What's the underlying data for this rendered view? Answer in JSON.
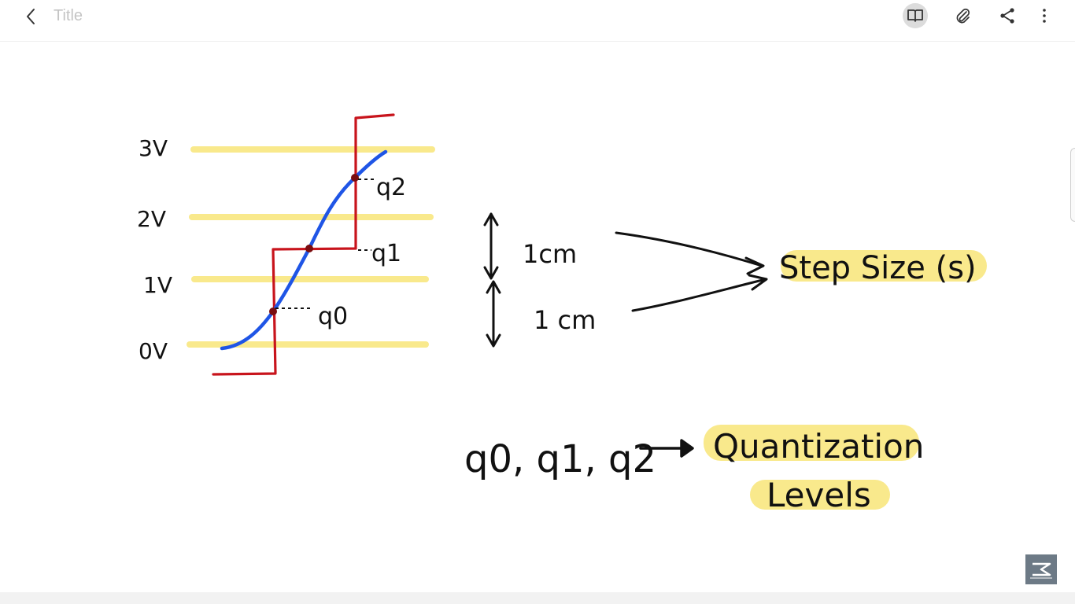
{
  "app": {
    "title": "Title",
    "icons": {
      "back": "chevron-left-icon",
      "reading_mode": "book-open-icon",
      "attach": "paperclip-icon",
      "share": "share-icon",
      "more": "more-vertical-icon"
    }
  },
  "note": {
    "axis_labels": [
      "3V",
      "2V",
      "1V",
      "0V"
    ],
    "point_labels": [
      "q2",
      "q1",
      "q0"
    ],
    "spacing_labels": [
      "1cm",
      "1 cm"
    ],
    "step_size_label": "Step Size (s)",
    "levels_expression": "q0, q1, q2",
    "quantization_label_line1": "Quantization",
    "quantization_label_line2": "Levels"
  },
  "colors": {
    "highlight": "#f9e98c",
    "signal": "#1f55e6",
    "staircase": "#c8141c",
    "ink": "#111111"
  }
}
